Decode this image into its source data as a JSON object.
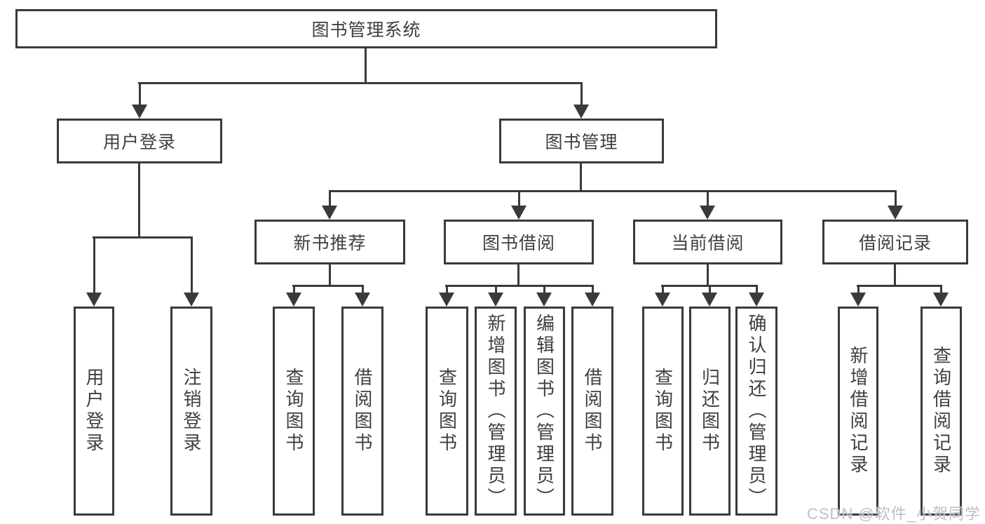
{
  "diagram": {
    "title_node": {
      "label": "图书管理系统"
    },
    "level2": [
      {
        "label": "用户登录"
      },
      {
        "label": "图书管理"
      }
    ],
    "level3": [
      {
        "label": "新书推荐"
      },
      {
        "label": "图书借阅"
      },
      {
        "label": "当前借阅"
      },
      {
        "label": "借阅记录"
      }
    ],
    "level4": [
      {
        "label": "用户登录",
        "parent": "用户登录"
      },
      {
        "label": "注销登录",
        "parent": "用户登录"
      },
      {
        "label": "查询图书",
        "parent": "新书推荐"
      },
      {
        "label": "借阅图书",
        "parent": "新书推荐"
      },
      {
        "label": "查询图书",
        "parent": "图书借阅"
      },
      {
        "label": "新增图书（管理员）",
        "parent": "图书借阅"
      },
      {
        "label": "编辑图书（管理员）",
        "parent": "图书借阅"
      },
      {
        "label": "借阅图书",
        "parent": "图书借阅"
      },
      {
        "label": "查询图书",
        "parent": "当前借阅"
      },
      {
        "label": "归还图书",
        "parent": "当前借阅"
      },
      {
        "label": "确认归还（管理员）",
        "parent": "当前借阅"
      },
      {
        "label": "新增借阅记录",
        "parent": "借阅记录"
      },
      {
        "label": "查询借阅记录",
        "parent": "借阅记录"
      }
    ],
    "watermark": "CSDN @软件_小贺同学",
    "colors": {
      "line": "#3a3a3a",
      "text": "#3f3f3f",
      "background": "#ffffff",
      "watermark": "#b9bcc0"
    }
  }
}
